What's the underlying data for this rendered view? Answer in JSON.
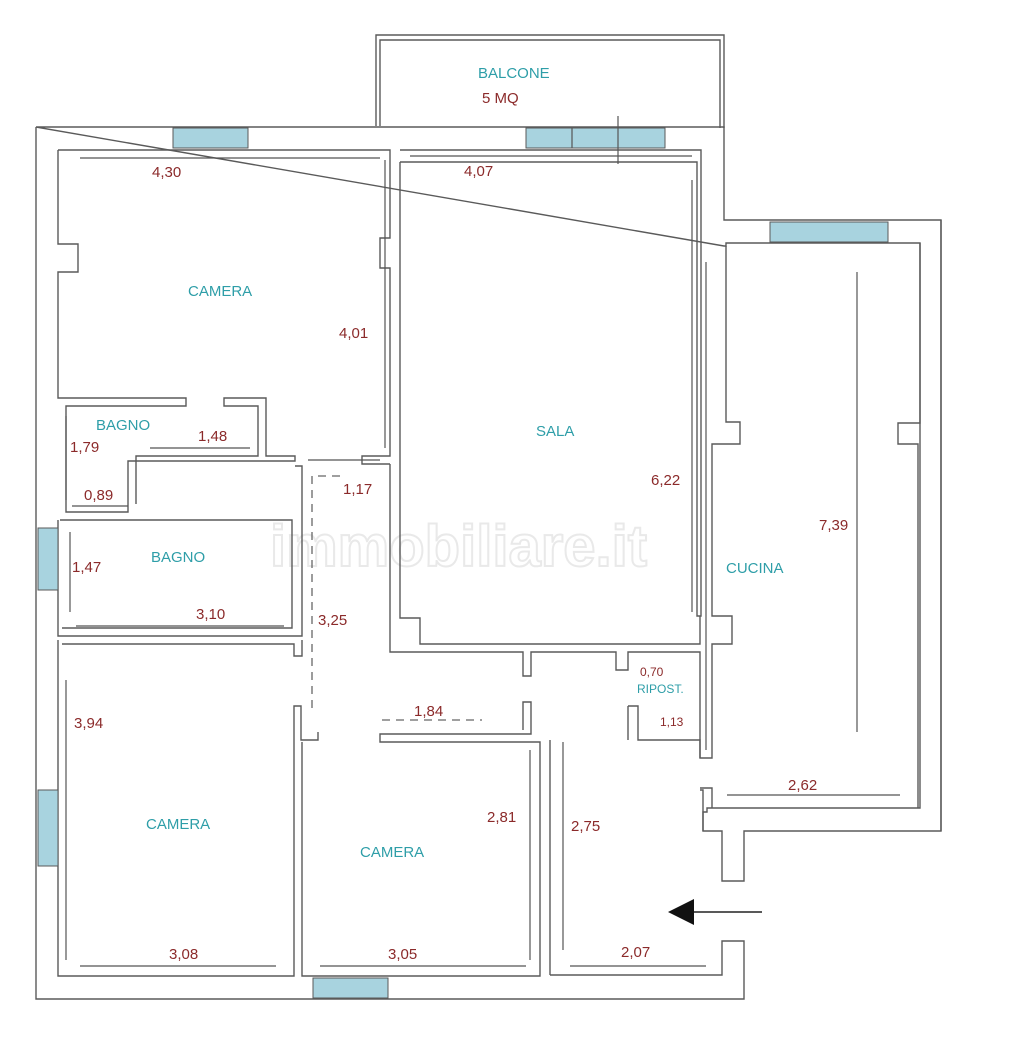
{
  "watermark": "immobiliare.it",
  "rooms": {
    "balcone": {
      "name": "BALCONE",
      "area": "5 MQ"
    },
    "camera_top": {
      "name": "CAMERA"
    },
    "sala": {
      "name": "SALA"
    },
    "cucina": {
      "name": "CUCINA"
    },
    "bagno_small": {
      "name": "BAGNO"
    },
    "bagno": {
      "name": "BAGNO"
    },
    "camera_left": {
      "name": "CAMERA"
    },
    "camera_mid": {
      "name": "CAMERA"
    },
    "ripost": {
      "name": "RIPOST."
    }
  },
  "dimensions": {
    "camera_top_width": "4,30",
    "camera_top_depth": "4,01",
    "sala_width": "4,07",
    "sala_depth": "6,22",
    "cucina_depth": "7,39",
    "cucina_width": "2,62",
    "bagno_small_width": "1,48",
    "bagno_small_depth": "1,79",
    "bagno_small_inner": "0,89",
    "corridor_top": "1,17",
    "bagno_depth": "1,47",
    "bagno_width": "3,10",
    "corridor_len": "3,25",
    "corridor_wide": "1,84",
    "ripost_a": "0,70",
    "ripost_b": "1,13",
    "camera_left_depth": "3,94",
    "camera_left_width": "3,08",
    "camera_mid_depth": "2,81",
    "camera_mid_width": "3,05",
    "ingresso_depth": "2,75",
    "ingresso_width": "2,07"
  },
  "colors": {
    "wall": "#5a5a5a",
    "window": "#a8d3df",
    "room_label": "#2e9ea8",
    "dimension": "#8b2a2a"
  }
}
